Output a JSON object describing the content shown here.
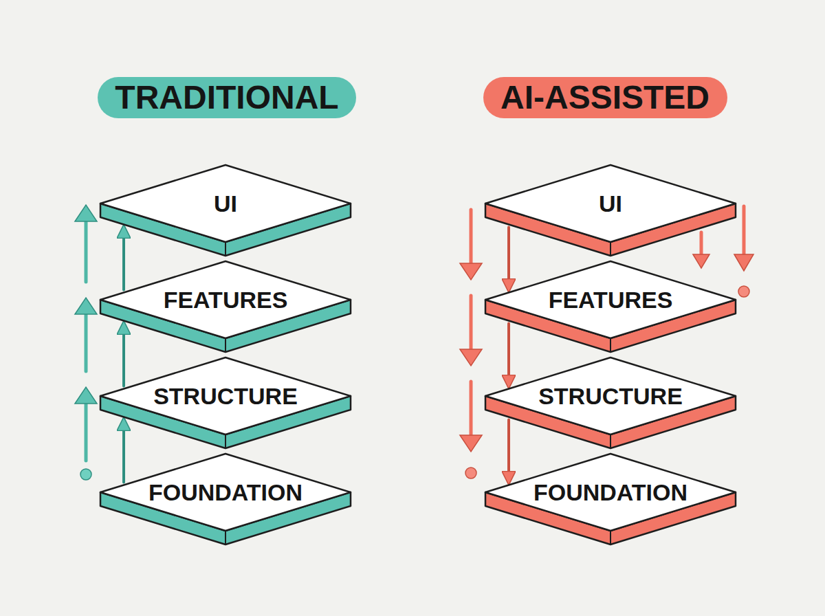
{
  "diagram": {
    "nodes": [
      {
        "text": [
          "TRADITIONAL"
        ]
      },
      {
        "text": [
          "UI"
        ]
      },
      {
        "text": [
          "FEATURES"
        ]
      },
      {
        "text": [
          "STRUCTURE"
        ]
      },
      {
        "text": [
          "FOUNDATION"
        ]
      },
      {
        "text": [
          "AI-ASSISTED"
        ]
      },
      {
        "text": [
          "UI"
        ]
      },
      {
        "text": [
          "FEATURES"
        ]
      },
      {
        "text": [
          "STRUCTURE"
        ]
      },
      {
        "text": [
          "FOUNDATION"
        ]
      }
    ],
    "edges": [
      {
        "from": 4,
        "to": 3,
        "arrow": "to"
      },
      {
        "from": 3,
        "to": 2,
        "arrow": "to"
      },
      {
        "from": 2,
        "to": 1,
        "arrow": "to"
      },
      {
        "from": 6,
        "to": 7,
        "arrow": "to"
      },
      {
        "from": 7,
        "to": 8,
        "arrow": "to"
      },
      {
        "from": 8,
        "to": 9,
        "arrow": "to"
      }
    ]
  }
}
